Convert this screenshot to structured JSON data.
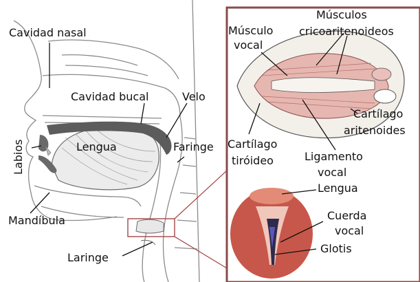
{
  "labels": {
    "cavidad_nasal": "Cavidad nasal",
    "cavidad_bucal": "Cavidad bucal",
    "velo": "Velo",
    "labios": "Labios",
    "lengua_left": "Lengua",
    "faringe": "Faringe",
    "mandibula": "Mandíbula",
    "laringe": "Laringe",
    "musculo_vocal_1": "Músculo",
    "musculo_vocal_2": "vocal",
    "musculos_crico_1": "Músculos",
    "musculos_crico_2": "cricoaritenoideos",
    "cartilago_arit_1": "Cartílago",
    "cartilago_arit_2": "aritenoides",
    "cartilago_tir_1": "Cartílago",
    "cartilago_tir_2": "tiróideo",
    "ligamento_1": "Ligamento",
    "ligamento_2": "vocal",
    "lengua_right": "Lengua",
    "cuerda_1": "Cuerda",
    "cuerda_2": "vocal",
    "glotis": "Glotis"
  },
  "colors": {
    "frame": "#8a4b4b",
    "sketch": "#7a7a7a",
    "tissue_dark": "#5a5a5a",
    "muscle": "#c98a86",
    "throat": "#d96a5a",
    "glottis": "#5a57b8"
  }
}
